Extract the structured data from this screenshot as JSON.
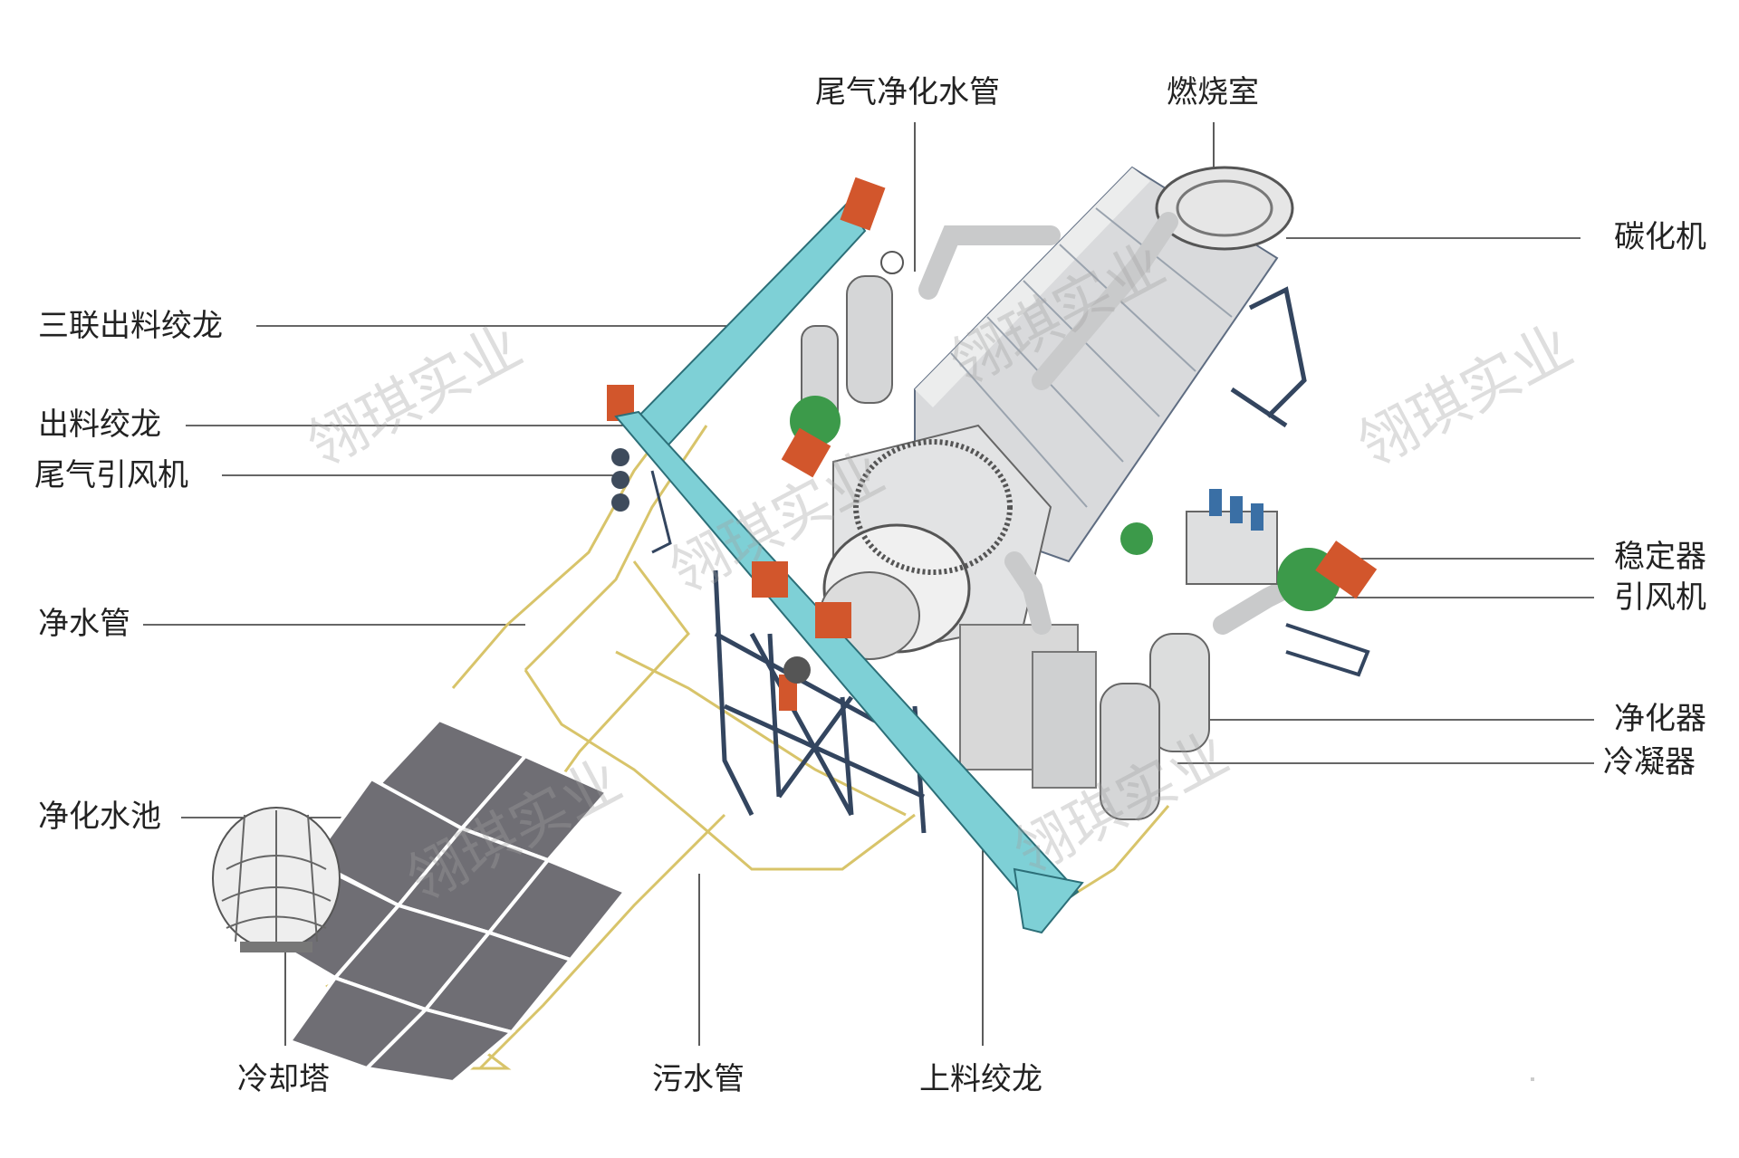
{
  "labels": {
    "exhaust_purify_pipe": "尾气净化水管",
    "combustion_chamber": "燃烧室",
    "carbonizer": "碳化机",
    "triple_discharge_auger": "三联出料绞龙",
    "discharge_auger": "出料绞龙",
    "exhaust_fan": "尾气引风机",
    "clean_water_pipe": "净水管",
    "stabilizer": "稳定器",
    "induced_fan": "引风机",
    "purifier": "净化器",
    "condenser": "冷凝器",
    "purify_pool": "净化水池",
    "cooling_tower": "冷却塔",
    "sewage_pipe": "污水管",
    "feed_auger": "上料绞龙"
  },
  "watermark": "翎琪实业",
  "colors": {
    "teal": "#7ed0d6",
    "gray": "#d9dadc",
    "pool": "#6f6e74",
    "frame": "#33455f",
    "orange": "#d2562c",
    "green": "#3c9a4a",
    "pipe": "#d8c46a"
  }
}
